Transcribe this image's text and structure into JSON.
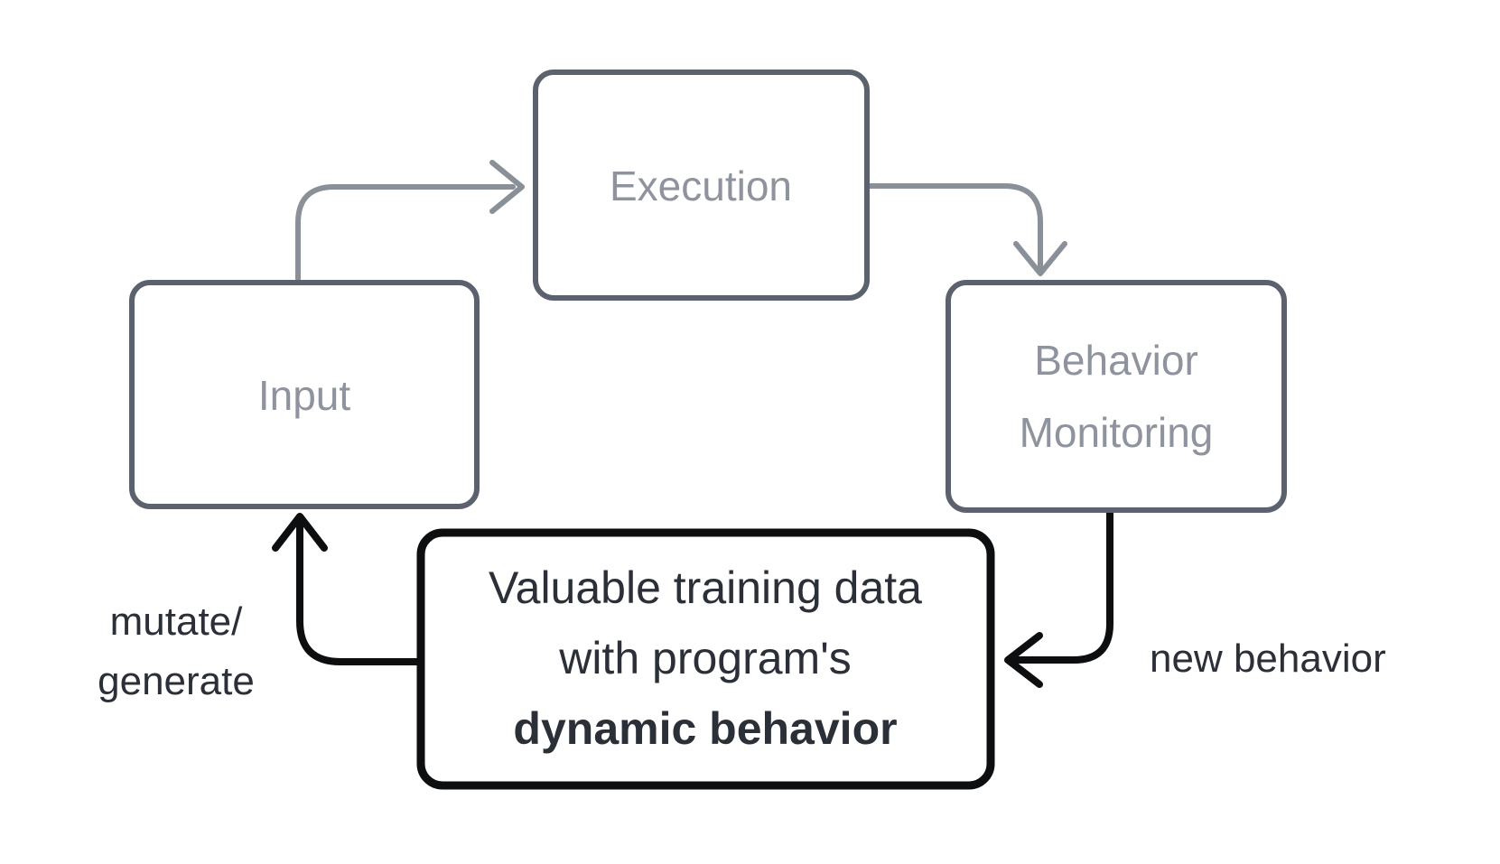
{
  "diagram": {
    "title": "program dynamic behavior training-data loop",
    "background_color": "#ffffff",
    "colors": {
      "gray_box_border": "#5b626e",
      "gray_box_text": "#8e939d",
      "gray_arrow": "#8a9097",
      "black_box_border": "#0d0e10",
      "black_arrow": "#0d0e10",
      "dark_text": "#2b2f37"
    },
    "nodes": {
      "input": {
        "label": "Input"
      },
      "execution": {
        "label": "Execution"
      },
      "behavior_monitoring": {
        "line1": "Behavior",
        "line2": "Monitoring"
      },
      "training_data": {
        "line1": "Valuable training data",
        "line2": "with program's",
        "line3": "dynamic behavior"
      }
    },
    "edges": {
      "input_to_execution": {
        "label": ""
      },
      "execution_to_behavior_monitoring": {
        "label": ""
      },
      "behavior_monitoring_to_training_data": {
        "label": "new behavior"
      },
      "training_data_to_input": {
        "label_line1": "mutate/",
        "label_line2": "generate"
      }
    }
  }
}
